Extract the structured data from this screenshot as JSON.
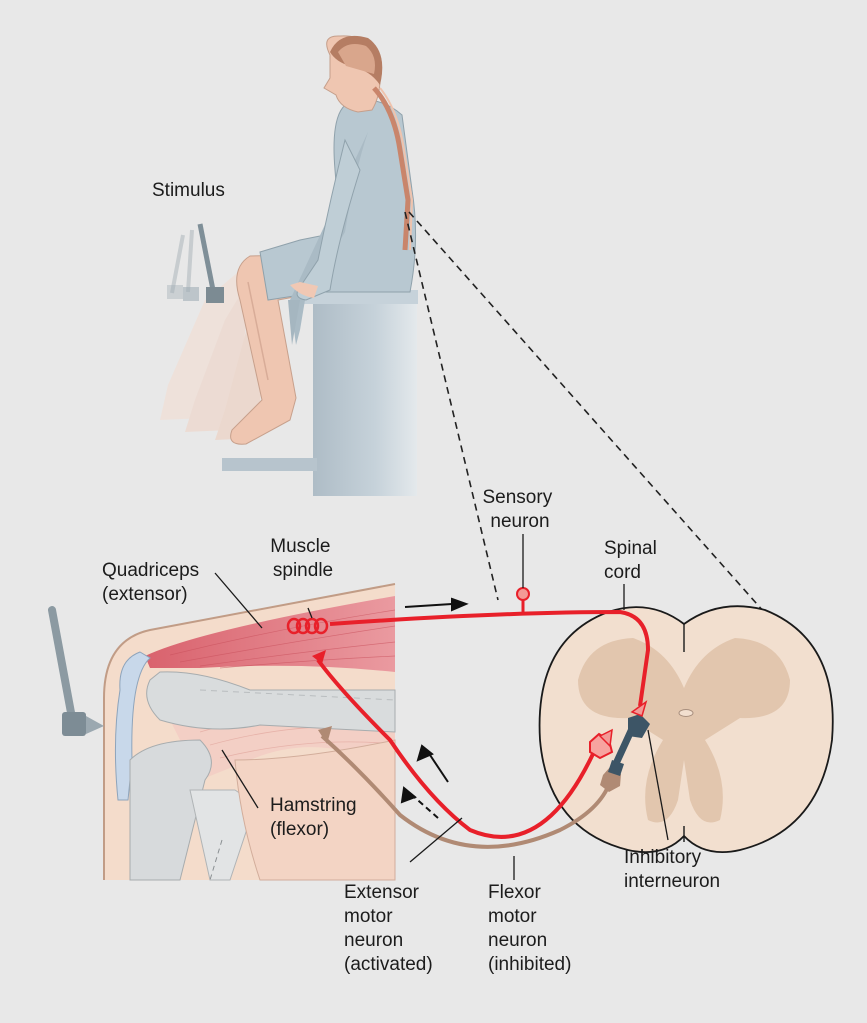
{
  "labels": {
    "stimulus": "Stimulus",
    "sensory_neuron": [
      "Sensory",
      "neuron"
    ],
    "spinal_cord": [
      "Spinal",
      "cord"
    ],
    "muscle_spindle": [
      "Muscle",
      "spindle"
    ],
    "quadriceps": [
      "Quadriceps",
      "(extensor)"
    ],
    "hamstring": [
      "Hamstring",
      "(flexor)"
    ],
    "inhibitory_interneuron": [
      "Inhibitory",
      "interneuron"
    ],
    "extensor_motor_neuron": [
      "Extensor",
      "motor",
      "neuron",
      "(activated)"
    ],
    "flexor_motor_neuron": [
      "Flexor",
      "motor",
      "neuron",
      "(inhibited)"
    ]
  },
  "colors": {
    "background": "#e8e8e8",
    "sensory_path": "#e8202a",
    "flexor_path": "#b08a74",
    "interneuron": "#3d5566",
    "spinal_cord": "#f1ddcc",
    "gray_matter": "#e0c3aa",
    "quadriceps_muscle": "#e07880",
    "hamstring_muscle": "#f0c8c0",
    "skin": "#f2d2c0",
    "gown": "#b9c9d1",
    "chair": "#b8c6cf"
  }
}
